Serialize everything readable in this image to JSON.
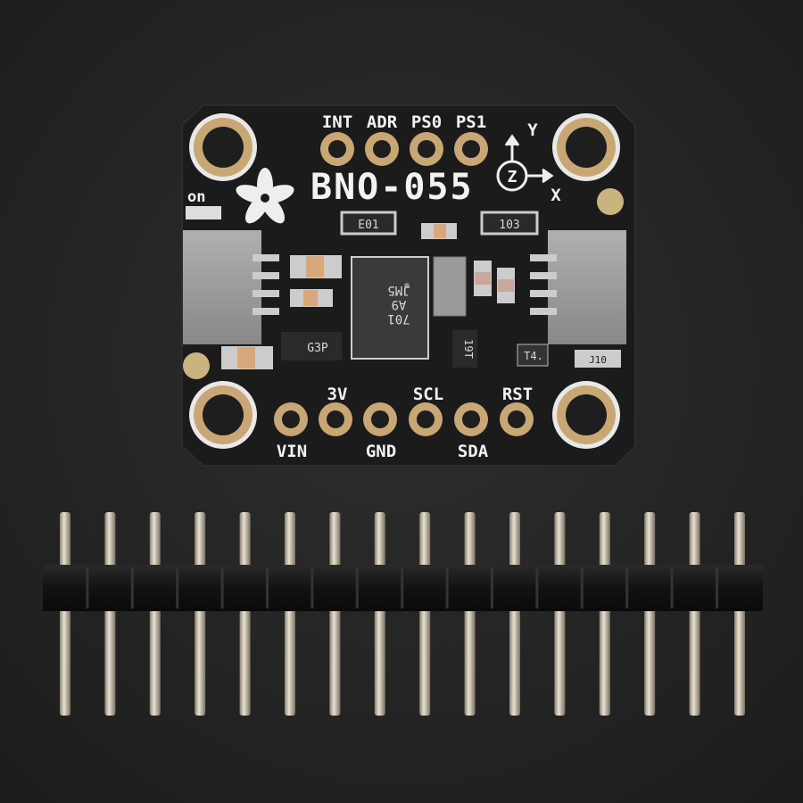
{
  "board": {
    "title": "BNO-055",
    "led_label": "on",
    "top_pins": [
      "INT",
      "ADR",
      "PS0",
      "PS1"
    ],
    "bottom_pins_upper": [
      "3V",
      "SCL",
      "RST"
    ],
    "bottom_pins_lower": [
      "VIN",
      "GND",
      "SDA"
    ],
    "axes": {
      "y": "Y",
      "z": "Z",
      "x": "X"
    },
    "chip_markings": {
      "resistor_array_left": "E01",
      "resistor_array_right": "103",
      "regulator": "G3P",
      "main_chip": [
        "701",
        "A9",
        "JM5"
      ],
      "mosfet": "19T",
      "diode": "T4.",
      "small_part": "J10"
    }
  },
  "header": {
    "pin_count": 16
  },
  "colors": {
    "pcb": "#1b1b1b",
    "gold": "#c9a774",
    "background": "#262626",
    "header_plastic": "#151515"
  }
}
